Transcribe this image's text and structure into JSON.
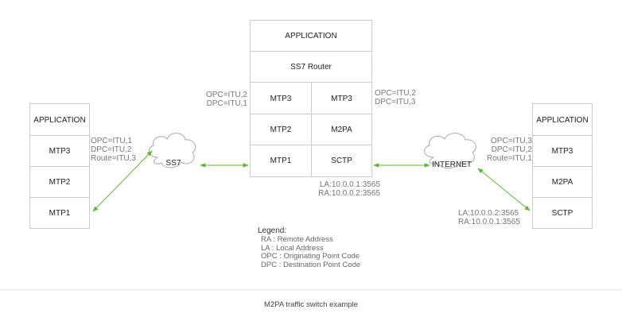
{
  "left_stack": {
    "layers": [
      "APPLICATION",
      "MTP3",
      "MTP2",
      "MTP1"
    ],
    "notes": [
      "OPC=ITU,1",
      "DPC=ITU,2",
      "Route=ITU,3"
    ]
  },
  "center_stack": {
    "application": "APPLICATION",
    "router": "SS7 Router",
    "left_column": [
      "MTP3",
      "MTP2",
      "MTP1"
    ],
    "right_column": [
      "MTP3",
      "M2PA",
      "SCTP"
    ],
    "notes_left": [
      "OPC=ITU,2",
      "DPC=ITU,1"
    ],
    "notes_right": [
      "OPC=ITU,2",
      "DPC=ITU,3"
    ],
    "addresses": [
      "LA:10.0.0.1:3565",
      "RA:10.0.0.2:3565"
    ]
  },
  "right_stack": {
    "layers": [
      "APPLICATION",
      "MTP3",
      "M2PA",
      "SCTP"
    ],
    "notes": [
      "OPC=ITU,3",
      "DPC=ITU,2",
      "Route=ITU,1"
    ],
    "addresses": [
      "LA:10.0.0.2:3565",
      "RA:10.0.0.1:3565"
    ]
  },
  "clouds": {
    "ss7": "SS7",
    "internet": "INTERNET"
  },
  "legend": {
    "title": "Legend:",
    "items": [
      "RA : Remote Address",
      "LA : Local Address",
      "OPC : Originating Point Code",
      "DPC : Destination Point Code"
    ]
  },
  "caption": "M2PA traffic switch example",
  "colors": {
    "arrow": "#5cb82e",
    "border": "#cccccc"
  }
}
